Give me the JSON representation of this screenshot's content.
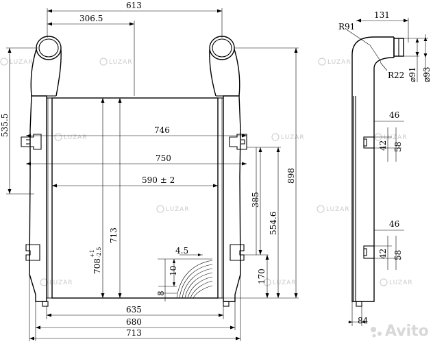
{
  "dimensions": {
    "top_width": "613",
    "top_half": "306.5",
    "left_height": "535.5",
    "core_inner_width": "746",
    "core_outer_width": "750",
    "tube_spacing": "590 ± 2",
    "core_height": "713",
    "fin_height": "708",
    "fin_tol_plus": "+1",
    "fin_tol_minus": "-2.5",
    "drain_offset": "4.5",
    "drain_height_a": "10",
    "drain_height_b": "8",
    "bracket_upper_drop": "385",
    "bracket_lower_drop": "170",
    "bracket_span": "554.6",
    "overall_height": "898",
    "base_635": "635",
    "base_680": "680",
    "base_713": "713",
    "side_width": "131",
    "bend_radius_outer": "R91",
    "bend_radius_inner": "R22",
    "pipe_diameter_inner": "⌀91",
    "pipe_diameter_outer": "⌀93",
    "bracket_offset_top": "46",
    "bracket_gap_top": "42",
    "bracket_pitch_top": "58",
    "bracket_offset_bottom": "46",
    "bracket_gap_bottom": "42",
    "bracket_pitch_bottom": "58",
    "side_depth": "84"
  },
  "watermark": {
    "brand": "LUZAR",
    "site": "Avito"
  },
  "colors": {
    "line": "#000000",
    "watermark": "#c9c9c9"
  }
}
